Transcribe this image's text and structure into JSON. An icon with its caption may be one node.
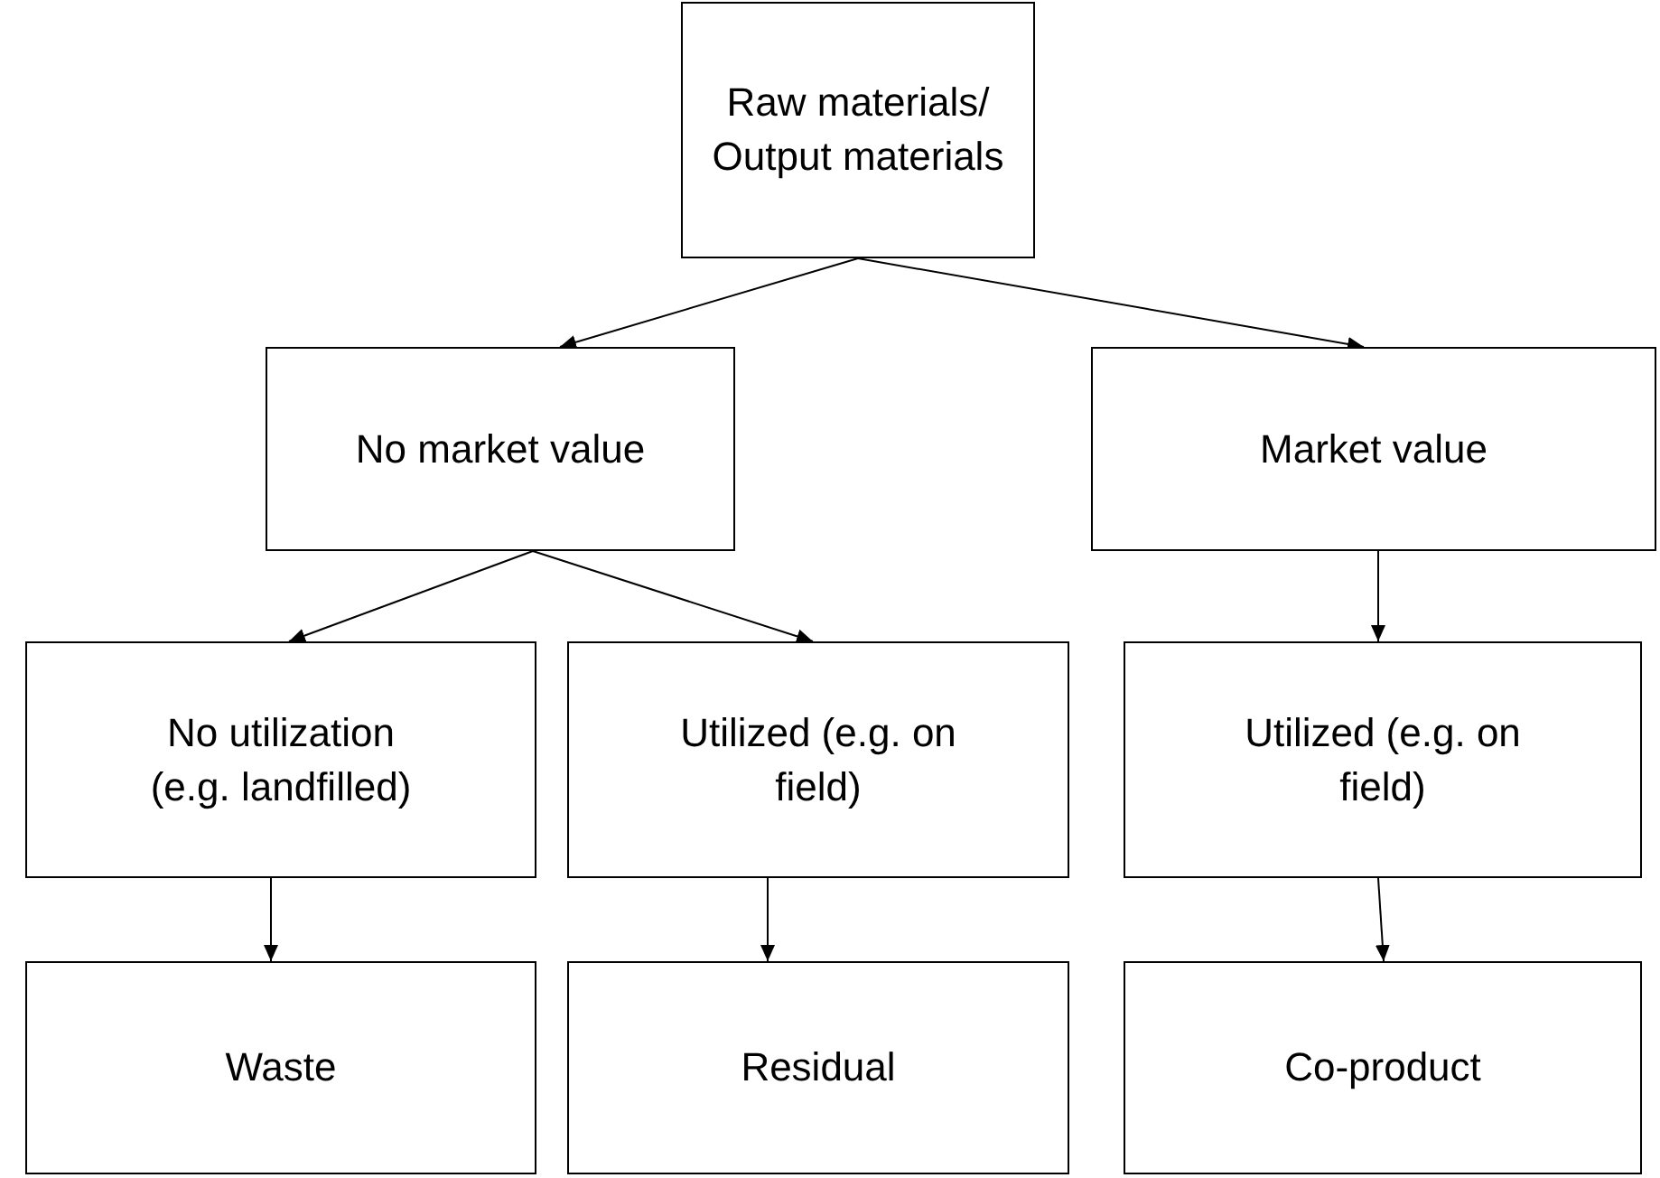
{
  "diagram": {
    "nodes": [
      {
        "text": [
          "Raw materials/ Output materials"
        ]
      },
      {
        "text": [
          "No market value"
        ]
      },
      {
        "text": [
          "Market value"
        ]
      },
      {
        "text": [
          "No utilization (e.g. landfilled)"
        ]
      },
      {
        "text": [
          "Utilized (e.g. on field)"
        ]
      },
      {
        "text": [
          "Utilized (e.g. on field)"
        ]
      },
      {
        "text": [
          "Waste"
        ]
      },
      {
        "text": [
          "Residual"
        ]
      },
      {
        "text": [
          "Co-product"
        ]
      }
    ],
    "edges": [
      {
        "from": 0,
        "to": 1,
        "arrow": "to"
      },
      {
        "from": 0,
        "to": 2,
        "arrow": "to"
      },
      {
        "from": 1,
        "to": 3,
        "arrow": "to"
      },
      {
        "from": 1,
        "to": 4,
        "arrow": "to"
      },
      {
        "from": 2,
        "to": 5,
        "arrow": "to"
      },
      {
        "from": 3,
        "to": 6,
        "arrow": "to"
      },
      {
        "from": 4,
        "to": 7,
        "arrow": "to"
      },
      {
        "from": 5,
        "to": 8,
        "arrow": "to"
      }
    ]
  }
}
